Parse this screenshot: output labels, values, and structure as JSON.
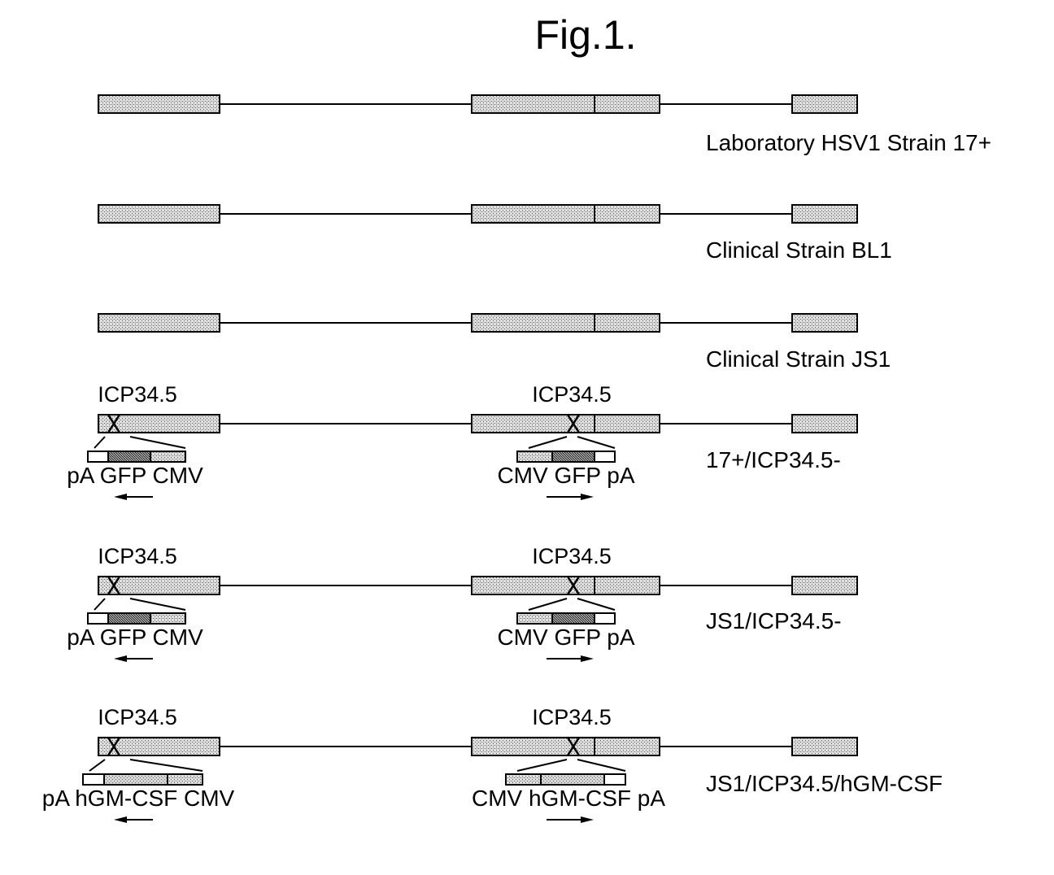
{
  "figure": {
    "title": "Fig.1.",
    "colors": {
      "stipple_light": "#c8c8c8",
      "stipple_dark": "#8a8a8a",
      "stipple_mid": "#b0b0b0",
      "outline": "#000000",
      "blank": "#ffffff"
    },
    "rows": [
      {
        "id": "lab-17",
        "strain_label": "Laboratory HSV1 Strain 17+",
        "modified": false
      },
      {
        "id": "bl1",
        "strain_label": "Clinical Strain BL1",
        "modified": false
      },
      {
        "id": "js1",
        "strain_label": "Clinical Strain JS1",
        "modified": false
      },
      {
        "id": "17-icp-minus",
        "strain_label": "17+/ICP34.5-",
        "modified": true,
        "left_gene_label": "ICP34.5",
        "right_gene_label": "ICP34.5",
        "left_cassette": {
          "segments": [
            "pA",
            "GFP",
            "CMV"
          ],
          "segment_fills": [
            "blank",
            "dark",
            "light"
          ],
          "label": "pA GFP CMV",
          "arrow_direction": "left"
        },
        "right_cassette": {
          "segments": [
            "CMV",
            "GFP",
            "pA"
          ],
          "segment_fills": [
            "light",
            "dark",
            "blank"
          ],
          "label": "CMV GFP pA",
          "arrow_direction": "right"
        }
      },
      {
        "id": "js1-icp-minus",
        "strain_label": "JS1/ICP34.5-",
        "modified": true,
        "left_gene_label": "ICP34.5",
        "right_gene_label": "ICP34.5",
        "left_cassette": {
          "segments": [
            "pA",
            "GFP",
            "CMV"
          ],
          "segment_fills": [
            "blank",
            "dark",
            "light"
          ],
          "label": "pA GFP CMV",
          "arrow_direction": "left"
        },
        "right_cassette": {
          "segments": [
            "CMV",
            "GFP",
            "pA"
          ],
          "segment_fills": [
            "light",
            "dark",
            "blank"
          ],
          "label": "CMV GFP pA",
          "arrow_direction": "right"
        }
      },
      {
        "id": "js1-icp-hgmcsf",
        "strain_label": "JS1/ICP34.5/hGM-CSF",
        "modified": true,
        "left_gene_label": "ICP34.5",
        "right_gene_label": "ICP34.5",
        "left_cassette": {
          "segments": [
            "pA",
            "hGM-CSF",
            "CMV"
          ],
          "segment_fills": [
            "blank",
            "mid",
            "light"
          ],
          "label": "pA hGM-CSF CMV",
          "arrow_direction": "left"
        },
        "right_cassette": {
          "segments": [
            "CMV",
            "hGM-CSF",
            "pA"
          ],
          "segment_fills": [
            "light",
            "mid",
            "blank"
          ],
          "label": "CMV hGM-CSF pA",
          "arrow_direction": "right"
        }
      }
    ]
  }
}
